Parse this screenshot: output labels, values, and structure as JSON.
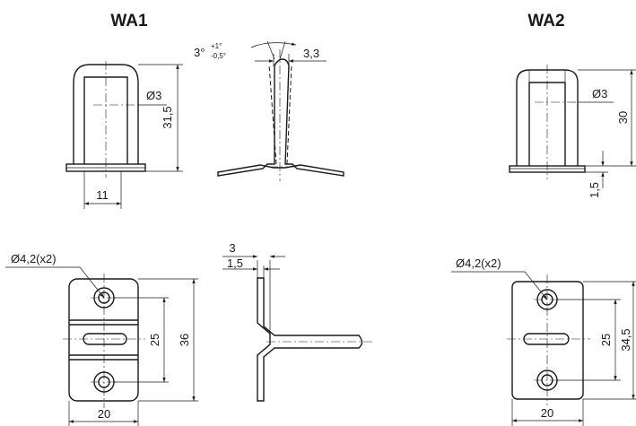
{
  "titles": {
    "wa1": "WA1",
    "wa2": "WA2"
  },
  "wa1": {
    "front": {
      "hole_dia": "Ø3",
      "height": "31,5",
      "width": "11"
    },
    "side": {
      "angle": "3°",
      "angle_plus": "+1°",
      "angle_minus": "-0,5°",
      "thickness": "3,3"
    },
    "plate": {
      "hole_label": "Ø4,2(x2)",
      "hole_spacing": "25",
      "height": "36",
      "width": "20"
    },
    "profile": {
      "offset": "3",
      "thickness": "1,5"
    }
  },
  "wa2": {
    "front": {
      "hole_dia": "Ø3",
      "height": "30",
      "base": "1,5"
    },
    "plate": {
      "hole_label": "Ø4,2(x2)",
      "hole_spacing": "25",
      "height": "34,5",
      "width": "20"
    }
  }
}
